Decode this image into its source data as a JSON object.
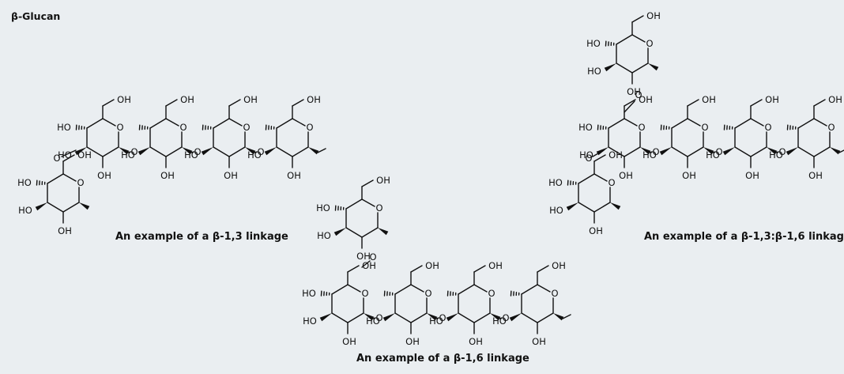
{
  "title": "β-Glucan",
  "atoms": {
    "oh": "OH",
    "ho": "HO",
    "o": "O"
  },
  "panels": [
    {
      "caption": "An example of a β-1,3 linkage"
    },
    {
      "caption": "An example of a β-1,6 linkage"
    },
    {
      "caption": "An example of a β-1,3:β-1,6 linkag"
    }
  ]
}
